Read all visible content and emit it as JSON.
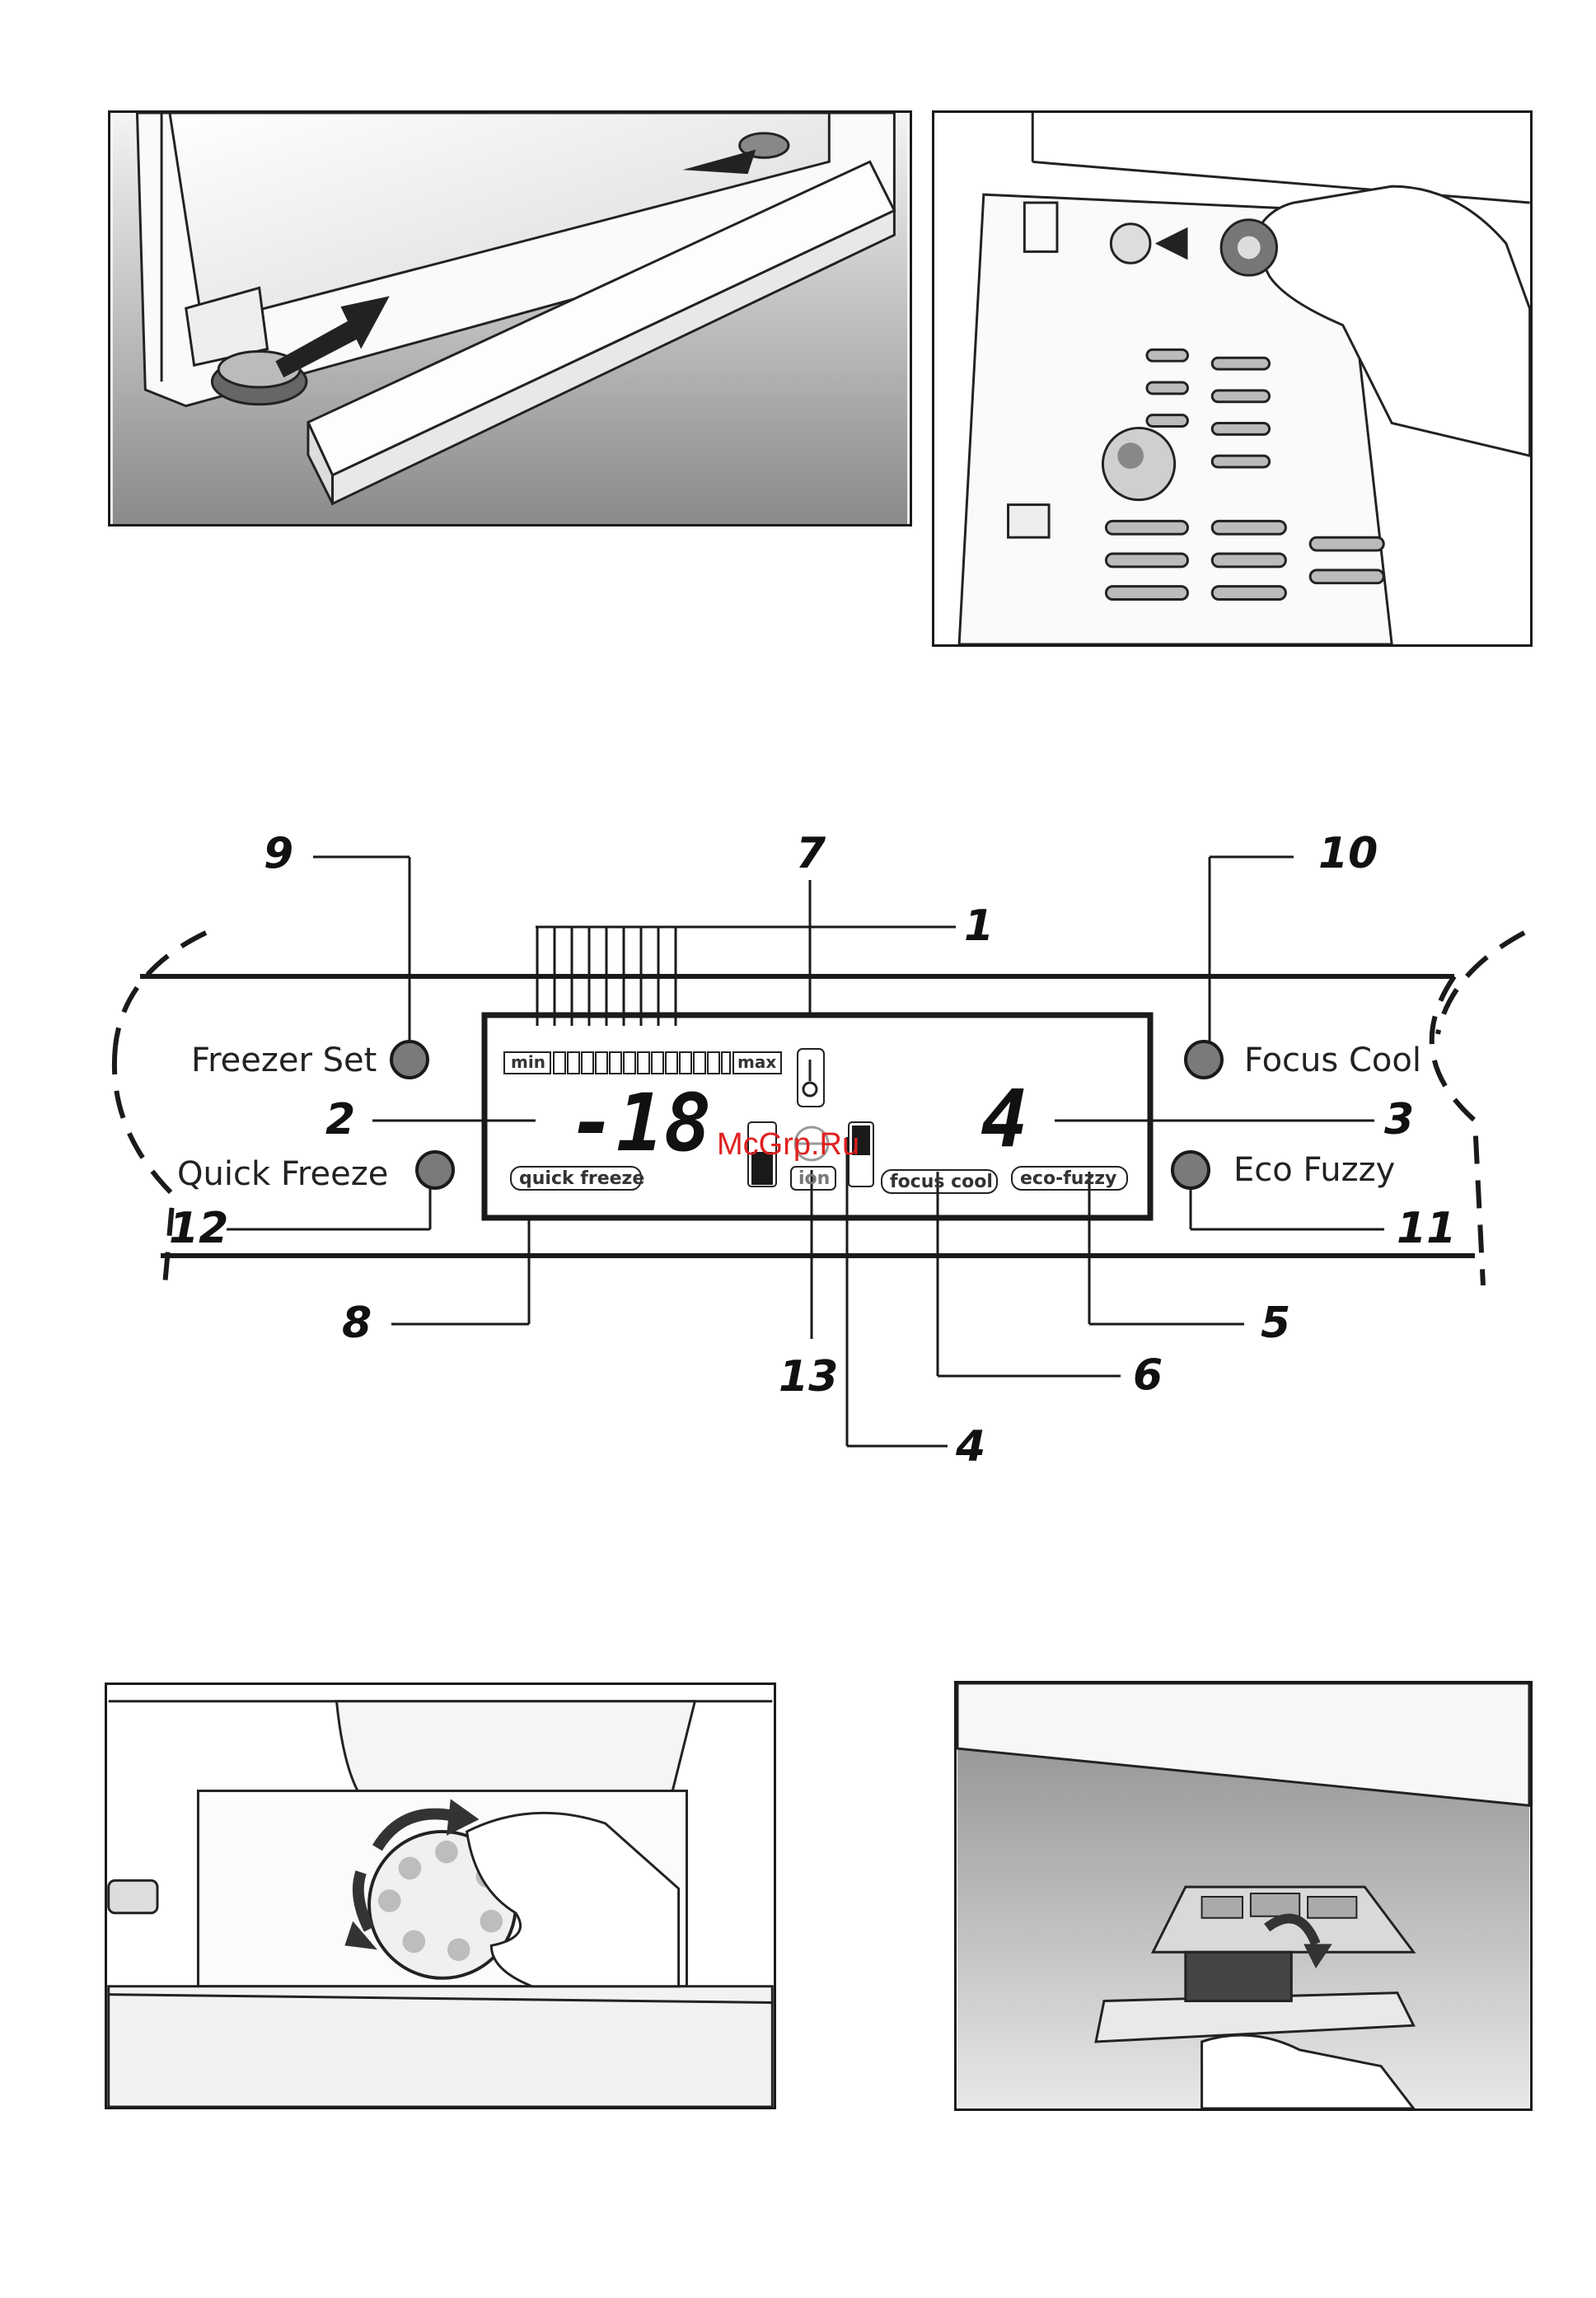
{
  "watermark": "McGrp.Ru",
  "panel": {
    "buttons": {
      "freezer_set": "Freezer Set",
      "quick_freeze": "Quick Freeze",
      "focus_cool": "Focus Cool",
      "eco_fuzzy": "Eco Fuzzy"
    },
    "display": {
      "freezer_temp": "-18",
      "fridge_temp": "4",
      "scale_min": "min",
      "scale_max": "max",
      "label_quick_freeze": "quick freeze",
      "label_ion": "ion",
      "label_focus_cool": "focus cool",
      "label_eco_fuzzy": "eco-fuzzy"
    },
    "callouts": [
      "1",
      "2",
      "3",
      "4",
      "5",
      "6",
      "7",
      "8",
      "9",
      "10",
      "11",
      "12",
      "13"
    ]
  },
  "colors": {
    "line": "#1a1a1a",
    "indicator_grey": "#9a9a9a",
    "watermark": "#e02020"
  }
}
